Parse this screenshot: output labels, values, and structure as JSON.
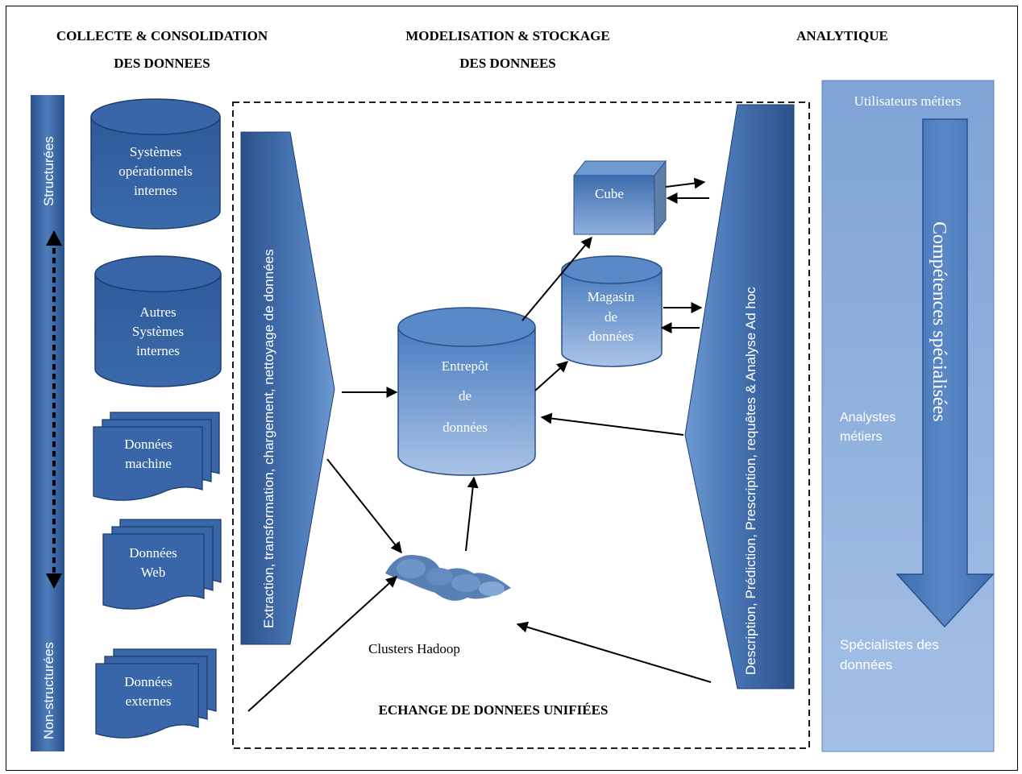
{
  "headers": {
    "collect_line1": "COLLECTE & CONSOLIDATION",
    "collect_line2": "DES DONNEES",
    "model_line1": "MODELISATION & STOCKAGE",
    "model_line2": "DES DONNEES",
    "analytics": "ANALYTIQUE"
  },
  "left_bar": {
    "top_label": "Structurées",
    "bottom_label": "Non-structurées"
  },
  "sources": {
    "operational": [
      "Systèmes",
      "opérationnels",
      "internes"
    ],
    "other": [
      "Autres",
      "Systèmes",
      "internes"
    ],
    "machine": [
      "Données",
      "machine"
    ],
    "web": [
      "Données",
      "Web"
    ],
    "external": [
      "Données",
      "externes"
    ]
  },
  "etl_label": "Extraction, transformation, chargement, nettoyage de données",
  "warehouse": [
    "Entrepôt",
    "de",
    "données"
  ],
  "cube": "Cube",
  "datamart": [
    "Magasin",
    "de",
    "données"
  ],
  "hadoop": "Clusters Hadoop",
  "exchange": "ECHANGE DE DONNEES UNIFIÉES",
  "analysis_label": "Description, Prédiction, Prescription, requêtes & Analyse Ad hoc",
  "skills": {
    "users": "Utilisateurs métiers",
    "analysts": [
      "Analystes",
      "métiers"
    ],
    "specialists": [
      "Spécialistes des",
      "données"
    ],
    "arrow_label": "Compétences spécialisées"
  },
  "colors": {
    "dark_blue": "#2d5590",
    "mid_blue": "#4a7cc0",
    "light_blue": "#8fb1dc",
    "panel_blue": "#9ab9e2"
  }
}
